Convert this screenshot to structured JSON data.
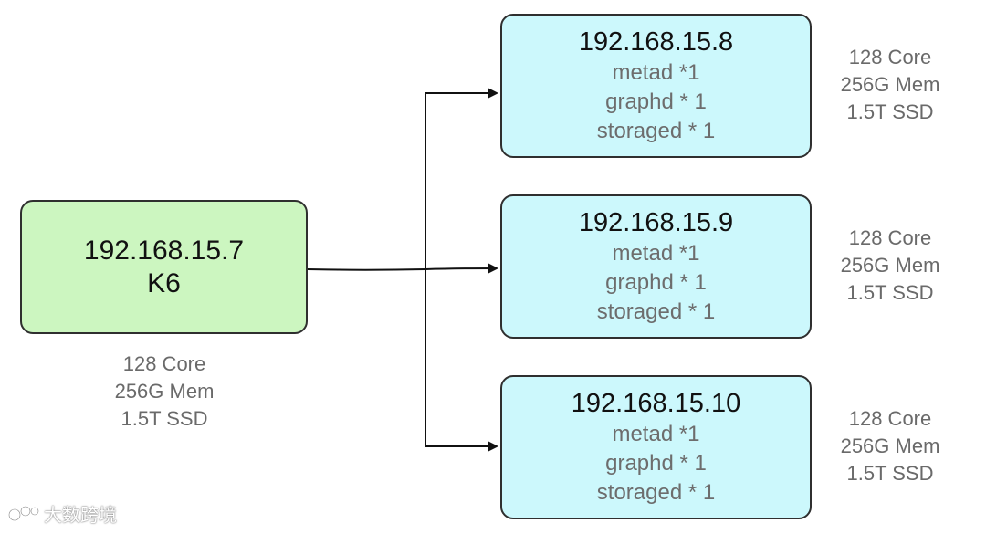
{
  "client": {
    "ip": "192.168.15.7",
    "name": "K6",
    "specs": [
      "128 Core",
      "256G Mem",
      "1.5T SSD"
    ]
  },
  "servers": [
    {
      "ip": "192.168.15.8",
      "services": [
        "metad *1",
        "graphd * 1",
        "storaged * 1"
      ],
      "specs": [
        "128 Core",
        "256G Mem",
        "1.5T SSD"
      ]
    },
    {
      "ip": "192.168.15.9",
      "services": [
        "metad *1",
        "graphd * 1",
        "storaged * 1"
      ],
      "specs": [
        "128 Core",
        "256G Mem",
        "1.5T SSD"
      ]
    },
    {
      "ip": "192.168.15.10",
      "services": [
        "metad *1",
        "graphd * 1",
        "storaged * 1"
      ],
      "specs": [
        "128 Core",
        "256G Mem",
        "1.5T SSD"
      ]
    }
  ],
  "colors": {
    "client_fill": "#ccf6c0",
    "server_fill": "#ccf8fc",
    "border": "#2f2f2f",
    "text_primary": "#111111",
    "text_secondary": "#6d6d6d"
  },
  "watermark": {
    "text": "大数跨境",
    "icon": "watermark-logo-icon"
  }
}
